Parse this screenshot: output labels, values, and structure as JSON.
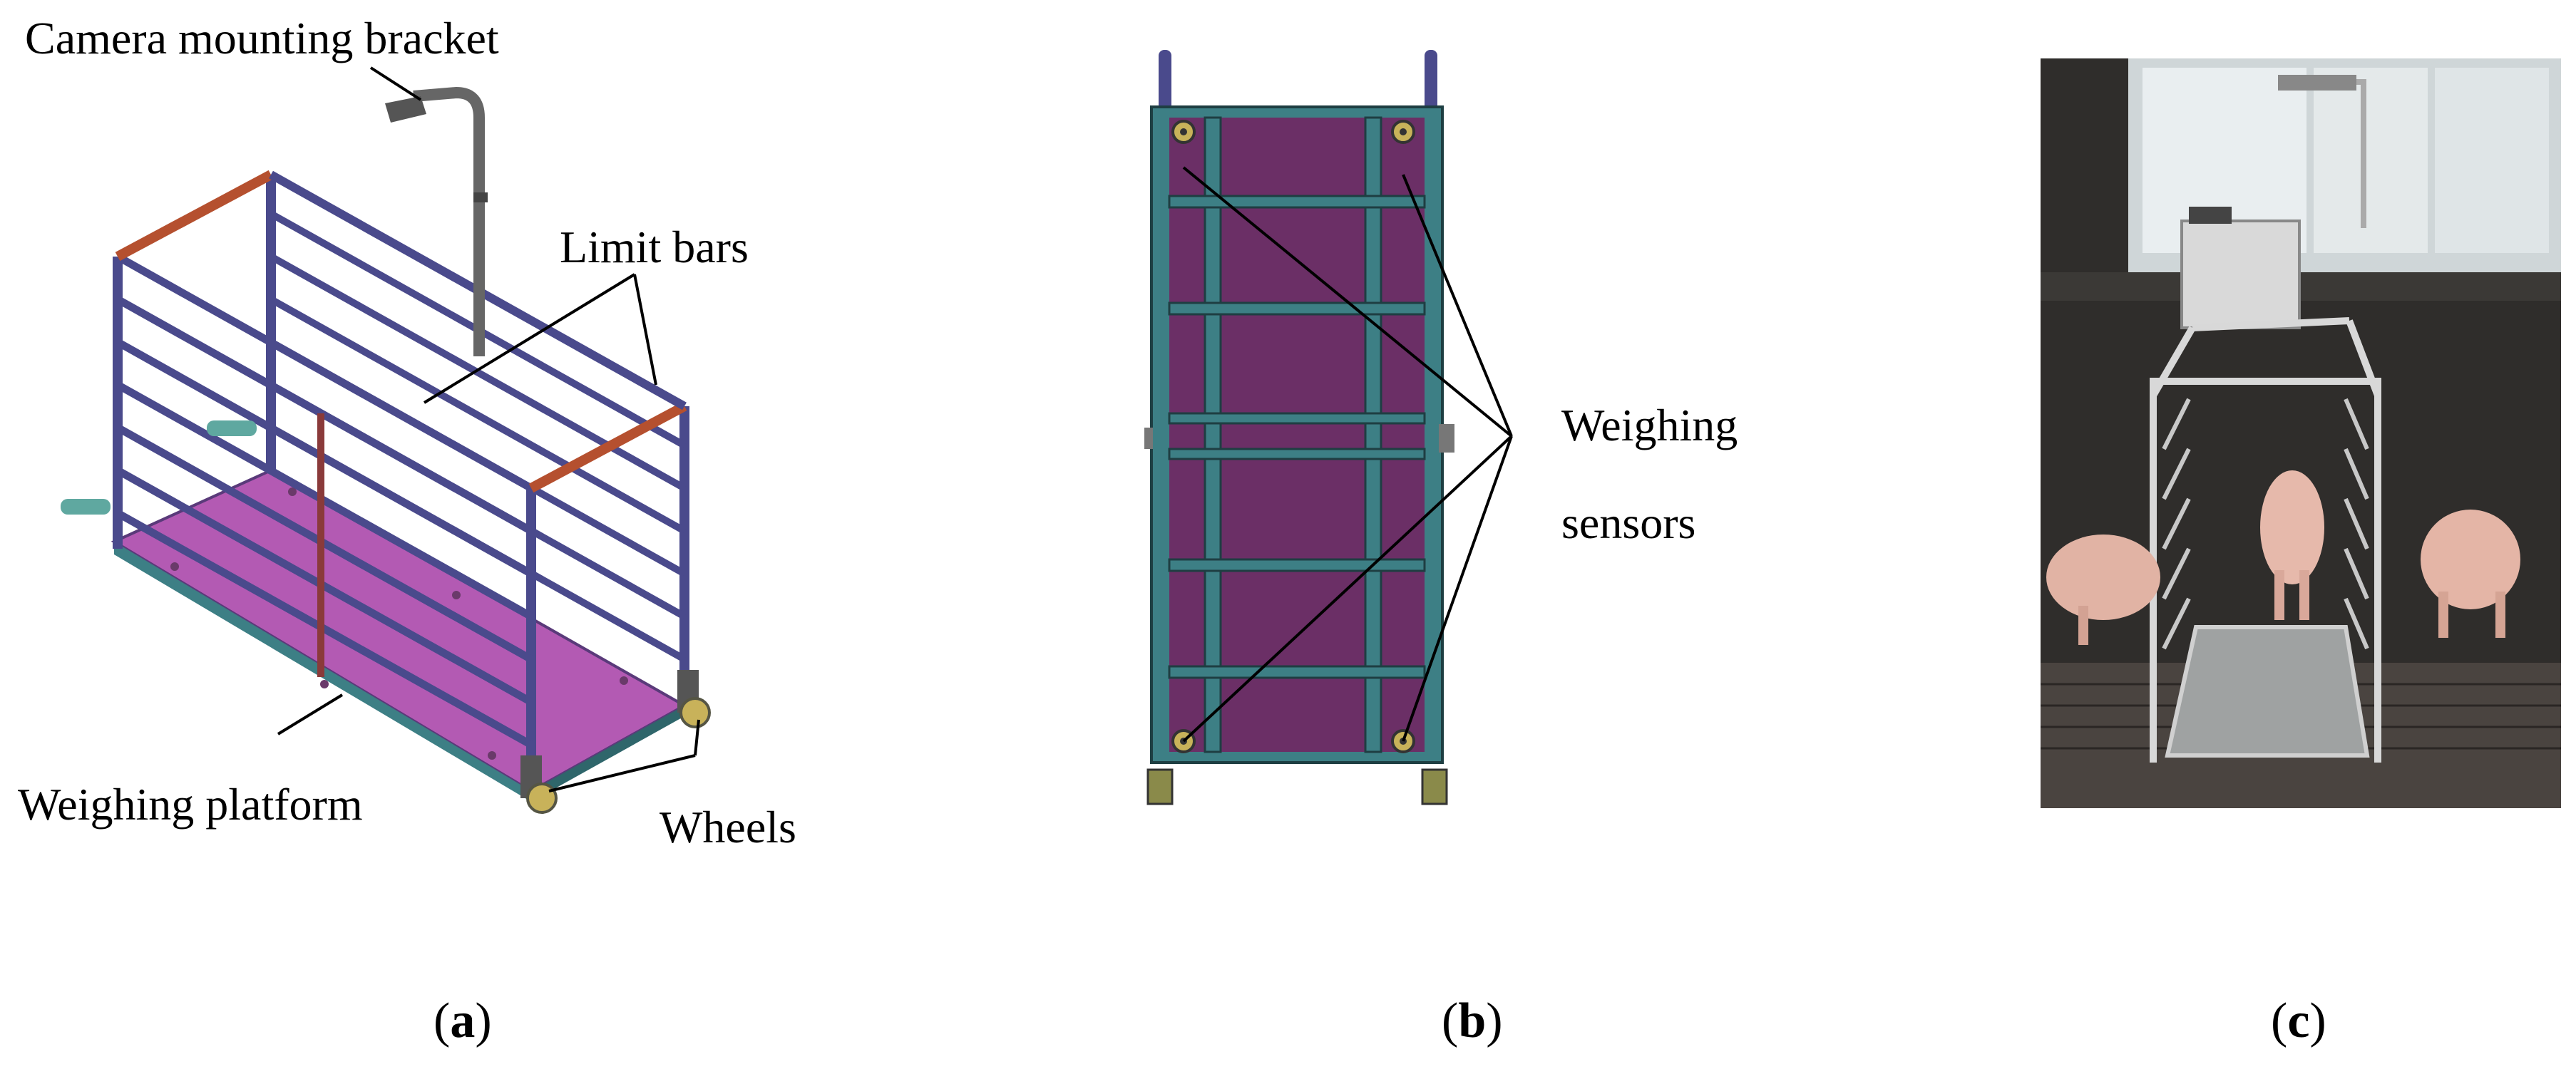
{
  "panels": {
    "a": {
      "caption_open": "(",
      "caption_letter": "a",
      "caption_close": ")",
      "labels": {
        "camera_bracket": "Camera mounting bracket",
        "limit_bars": "Limit bars",
        "weighing_platform": "Weighing platform",
        "wheels": "Wheels"
      }
    },
    "b": {
      "caption_open": "(",
      "caption_letter": "b",
      "caption_close": ")",
      "labels": {
        "sensors_line1": "Weighing",
        "sensors_line2": "sensors"
      }
    },
    "c": {
      "caption_open": "(",
      "caption_letter": "c",
      "caption_close": ")"
    }
  },
  "colors": {
    "frame": "#4a4a8c",
    "rail_accent": "#b5502f",
    "platform": "#b35ab3",
    "base_teal": "#3d7f85",
    "deck": "#6b2f66",
    "wheel": "#c8b25a",
    "photo_dark": "#2f2d2b"
  }
}
